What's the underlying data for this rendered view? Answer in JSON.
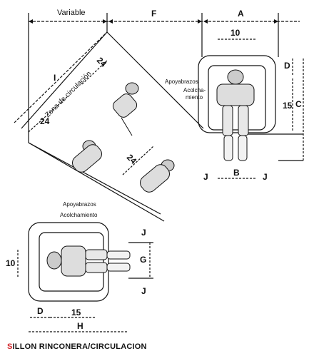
{
  "labels": {
    "variable": "Variable",
    "F": "F",
    "A": "A",
    "ten_top": "10",
    "I": "I",
    "zona": "Zona de circulación",
    "twentyfour_a": "24",
    "twentyfour_b": "24",
    "twentyfour_c": "24",
    "D_right": "D",
    "fifteen_right": "15",
    "C": "C",
    "apoyabrazos_top": "Apoyabrazos",
    "acolcha_top_1": "Acolcha-",
    "acolcha_top_2": "miento",
    "J_left_top": "J",
    "B": "B",
    "J_right_top": "J",
    "apoyabrazos_bottom": "Apoyabrazos",
    "acolchamiento_bottom": "Acolchamiento",
    "ten_left": "10",
    "G": "G",
    "J_up": "J",
    "J_down": "J",
    "D_bottom": "D",
    "fifteen_bottom": "15",
    "H": "H",
    "caption_red": "S",
    "caption_rest": "ILLON RINCONERA/CIRCULACION"
  }
}
